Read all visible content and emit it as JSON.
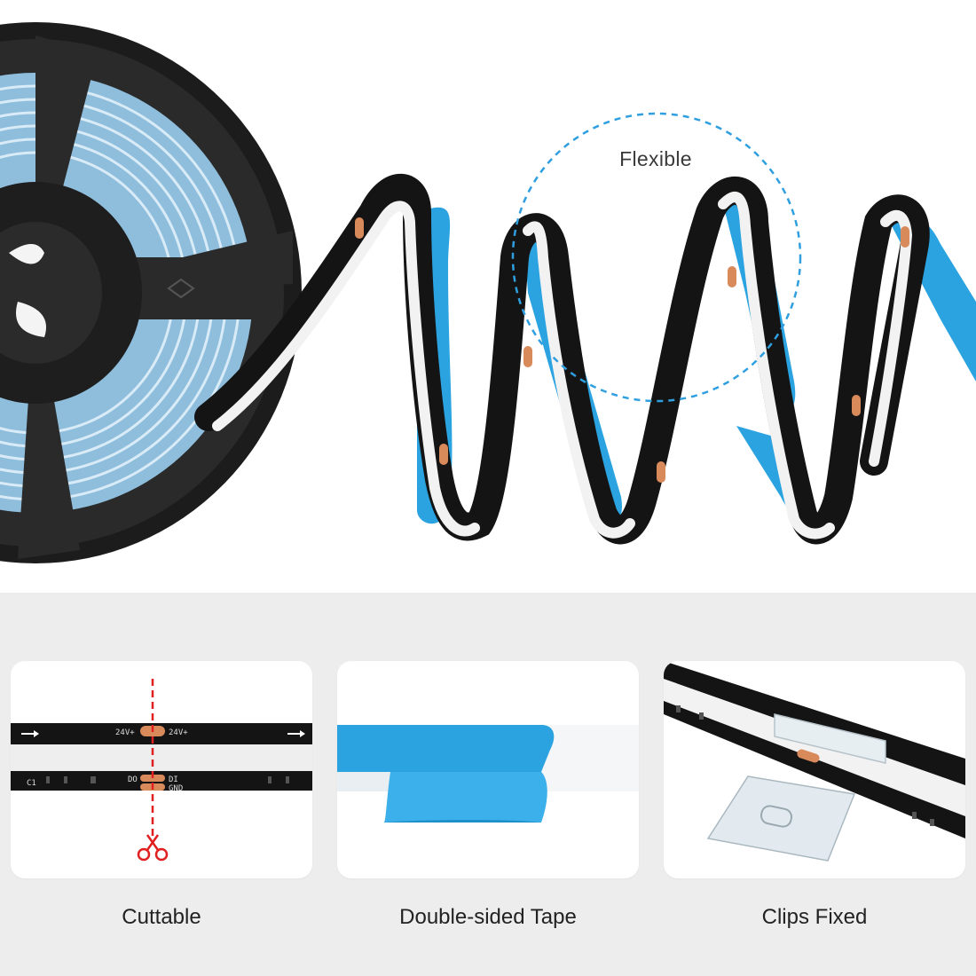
{
  "hero": {
    "flex_label": "Flexible"
  },
  "features": [
    {
      "caption": "Cuttable"
    },
    {
      "caption": "Double-sided Tape"
    },
    {
      "caption": "Clips Fixed"
    }
  ],
  "pcb_marks": {
    "power_top": "24V+",
    "power_top_right": "24V+",
    "data_out": "DO",
    "data_in": "DI",
    "ground": "GND",
    "c1": "C1"
  },
  "colors": {
    "tape_blue": "#2aa3e0",
    "strip_black": "#141414",
    "diffuser_white": "#f2f2f2",
    "reel_blue": "#8fbedd",
    "dashed_circle": "#2f9fe0",
    "cut_line": "#e02020",
    "panel_bg": "#ededed"
  },
  "icons": [
    "scissors-icon",
    "arrow-right-icon"
  ]
}
